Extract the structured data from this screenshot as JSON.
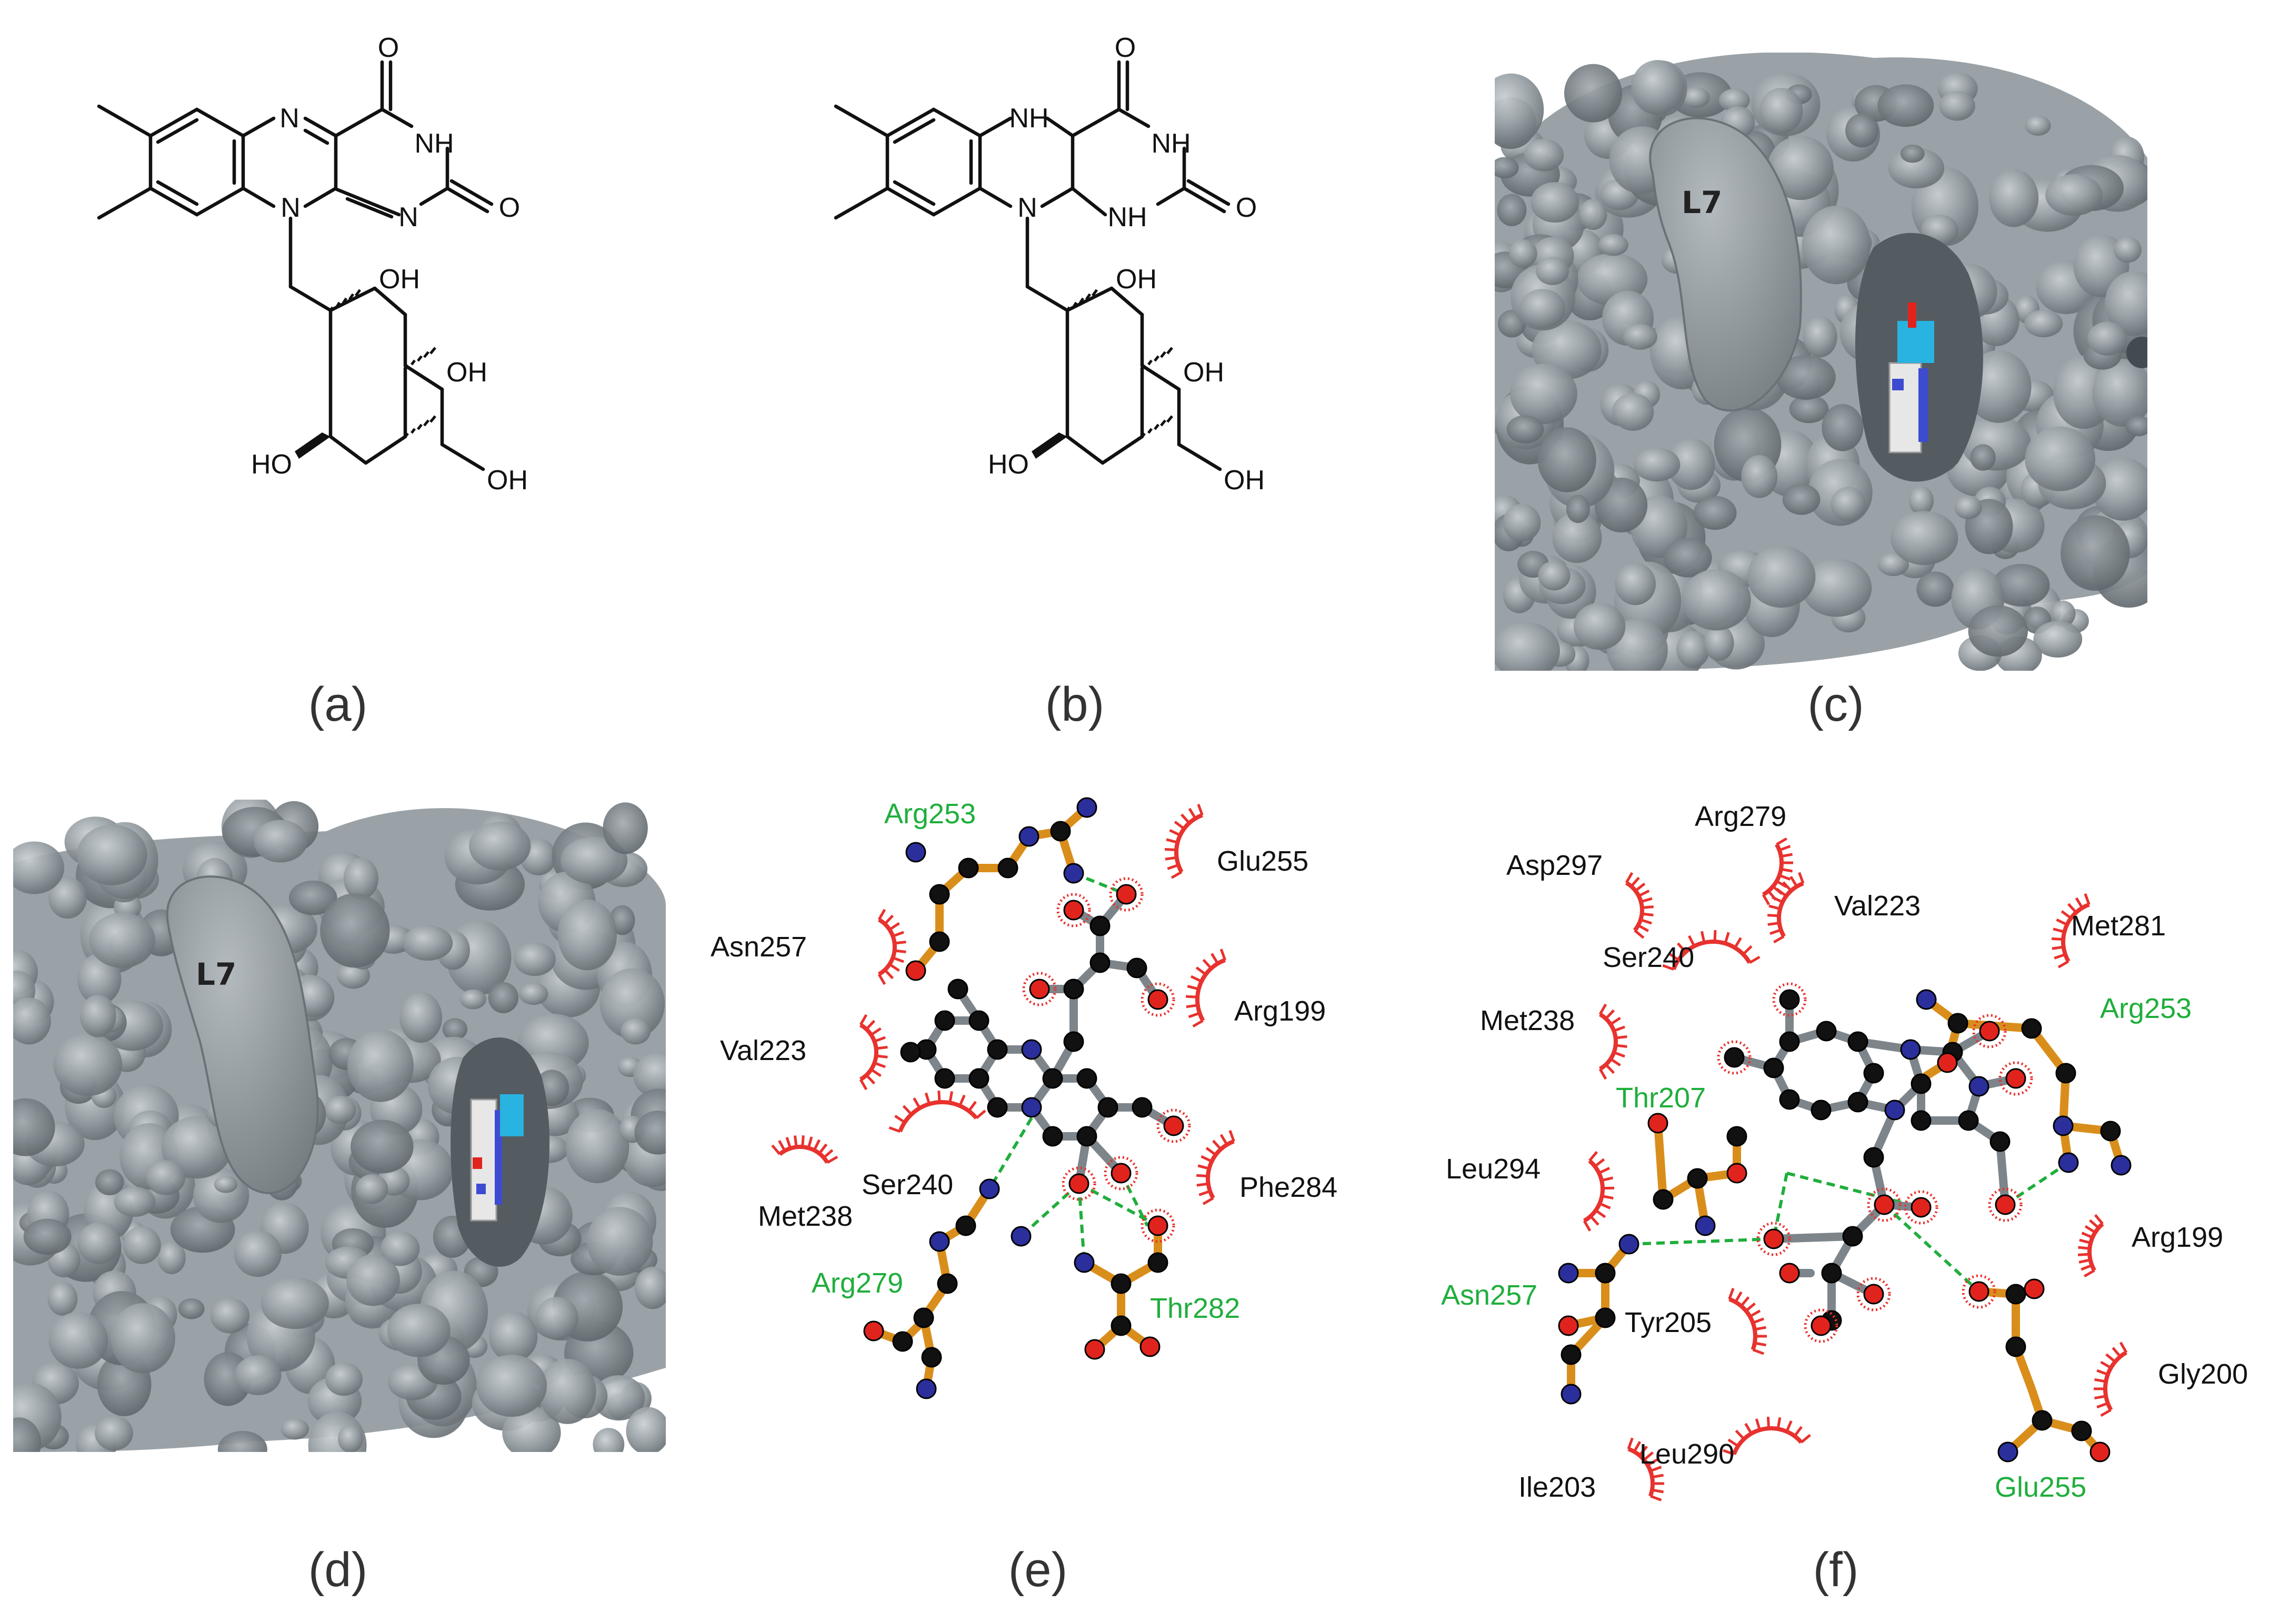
{
  "figure": {
    "panels": [
      {
        "key": "a",
        "label": "(a)"
      },
      {
        "key": "b",
        "label": "(b)"
      },
      {
        "key": "c",
        "label": "(c)"
      },
      {
        "key": "d",
        "label": "(d)"
      },
      {
        "key": "e",
        "label": "(e)"
      },
      {
        "key": "f",
        "label": "(f)"
      }
    ],
    "structure_a": {
      "atoms": {
        "n5": "N",
        "o4": "O",
        "nh3": "NH",
        "n1": "N",
        "o2": "O",
        "n10": "N",
        "oh2": "OH",
        "oh3": "OH",
        "ho4": "HO",
        "oh5": "OH"
      }
    },
    "structure_b": {
      "atoms": {
        "n5": "NH",
        "o4": "O",
        "nh3": "NH",
        "n1": "NH",
        "o2": "O",
        "n10": "N",
        "oh2": "OH",
        "oh3": "OH",
        "ho4": "HO",
        "oh5": "OH"
      }
    },
    "surface_c": {
      "loop_label": "L7"
    },
    "surface_d": {
      "loop_label": "L7"
    },
    "panel_e": {
      "hbond_residues": [
        "Arg253",
        "Arg279",
        "Thr282"
      ],
      "hydrophobic_residues": [
        "Glu255",
        "Asn257",
        "Arg199",
        "Val223",
        "Ser240",
        "Phe284",
        "Met238"
      ]
    },
    "panel_f": {
      "hbond_residues": [
        "Arg253",
        "Thr207",
        "Asn257",
        "Glu255"
      ],
      "hydrophobic_residues": [
        "Arg279",
        "Asp297",
        "Val223",
        "Met281",
        "Ser240",
        "Met238",
        "Leu294",
        "Arg199",
        "Tyr205",
        "Gly200",
        "Leu290",
        "Ile203"
      ]
    },
    "colors": {
      "hbond_text": "#1fae3c",
      "hydrophobic_arc": "#e8322e",
      "carbon": "#111111",
      "nitrogen": "#2b2f9c",
      "oxygen": "#e0241d",
      "ligand_bond": "#7d858b",
      "residue_bond": "#d98e1c",
      "hbond_line": "#1fae3c",
      "surface": "#9aa2a7",
      "surface_dark": "#6c7479"
    }
  }
}
